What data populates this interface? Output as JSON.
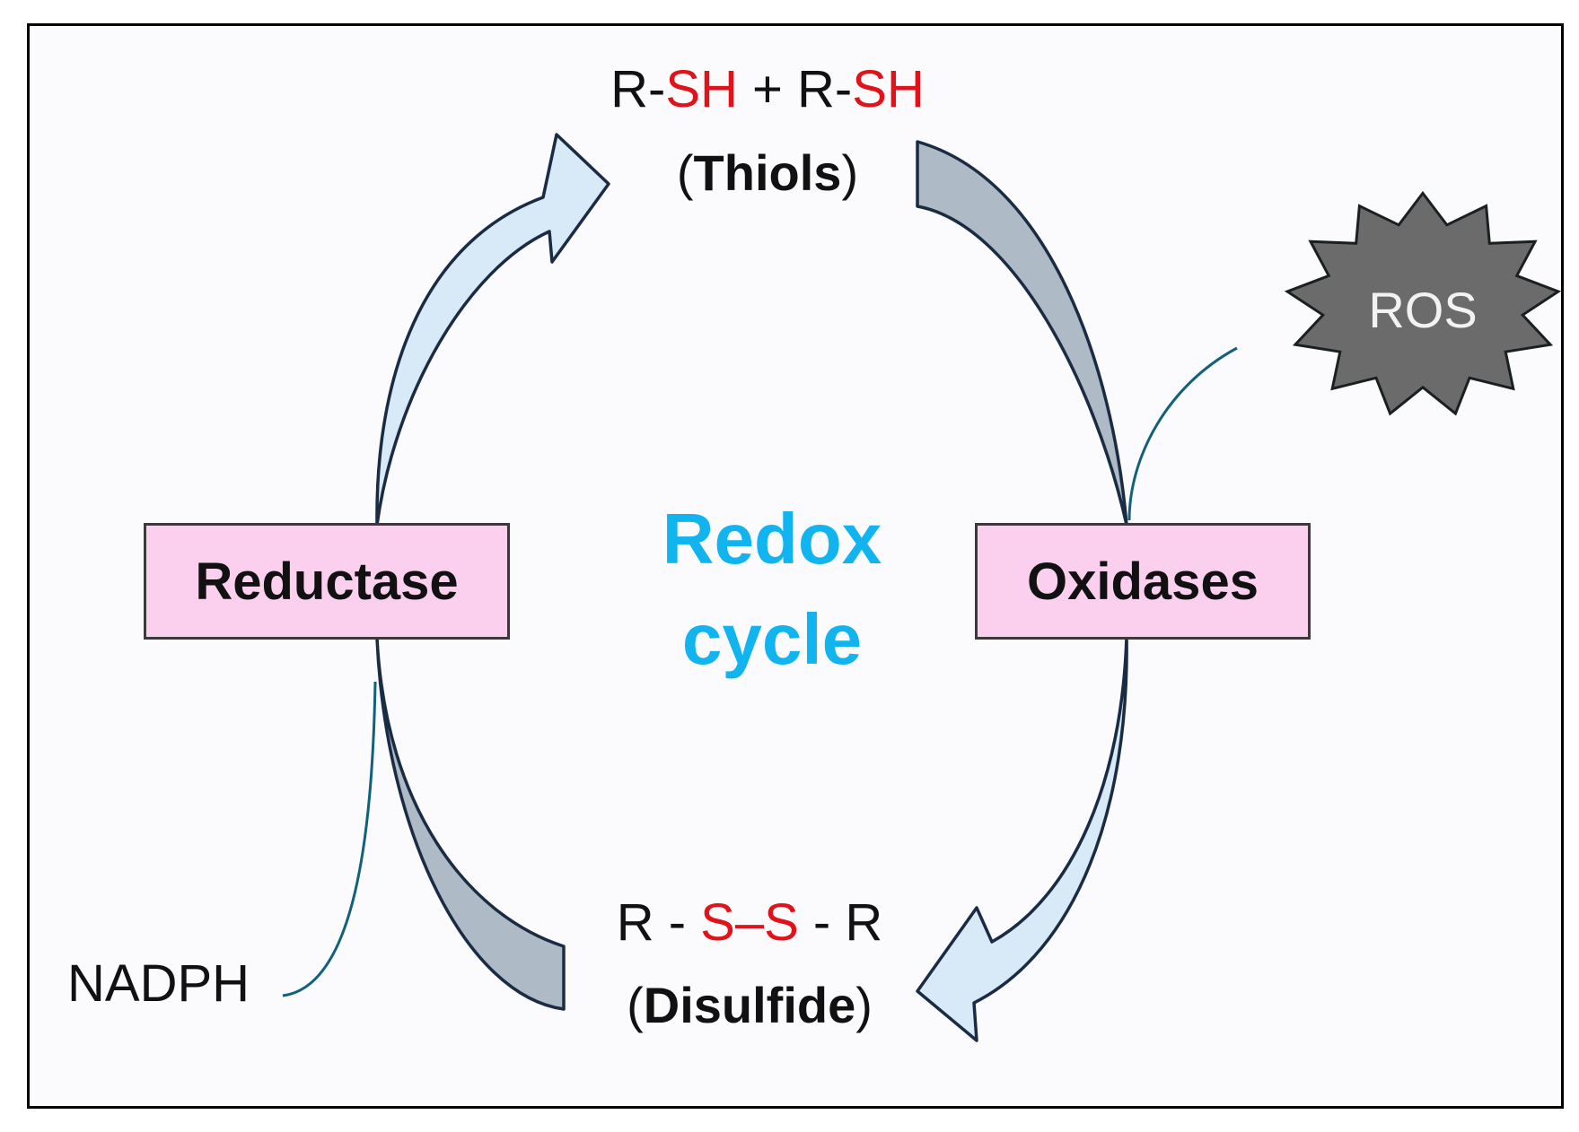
{
  "thiols": {
    "formula": {
      "r1": "R-",
      "sh1": "SH",
      "plus": " + ",
      "r2": "R-",
      "sh2": "SH"
    },
    "caption_open": "(",
    "caption_name": "Thiols",
    "caption_close": ")"
  },
  "disulfide": {
    "formula": {
      "r1": "R - ",
      "s1": "S",
      "dash": "–",
      "s2": "S",
      "r2": " - R"
    },
    "caption_open": "(",
    "caption_name": "Disulfide",
    "caption_close": ")"
  },
  "reductase_label": "Reductase",
  "oxidases_label": "Oxidases",
  "center": {
    "line1": "Redox",
    "line2": "cycle"
  },
  "nadph_label": "NADPH",
  "ros_label": "ROS",
  "colors": {
    "highlight": "#e1131a",
    "title": "#11b4ef",
    "box_fill": "#fbd0ef",
    "light_arrow": "#d8eaf7",
    "dark_arrow": "#aebbc6",
    "connector": "#12617a",
    "ros_star": "#6b6b6b"
  },
  "icons": [
    "reduction-arrow-icon",
    "oxidation-arrow-icon",
    "ros-starburst-icon"
  ]
}
